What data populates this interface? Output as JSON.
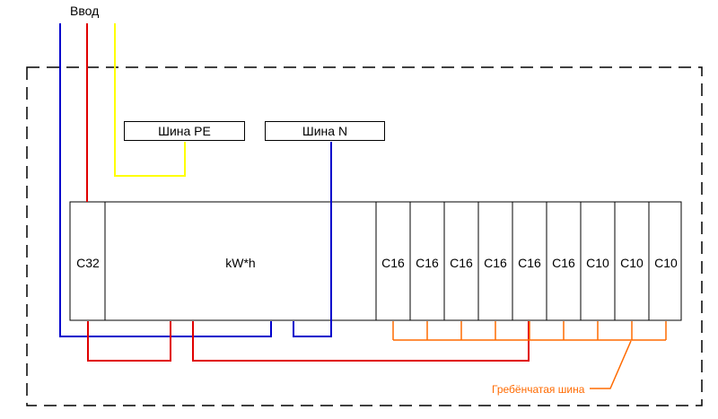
{
  "labels": {
    "input": "Ввод",
    "bus_pe": "Шина PE",
    "bus_n": "Шина N",
    "comb_bus": "Гребёнчатая шина"
  },
  "devices": {
    "main_breaker": "C32",
    "meter": "kW*h",
    "breakers": [
      "C16",
      "C16",
      "C16",
      "C16",
      "C16",
      "C16",
      "C10",
      "C10",
      "C10"
    ]
  },
  "colors": {
    "phase": "#e00000",
    "neutral": "#0000cc",
    "pe": "#ffff00",
    "comb": "#ff6a00",
    "comb_label": "#ff6a00",
    "enclosure": "#000000"
  }
}
